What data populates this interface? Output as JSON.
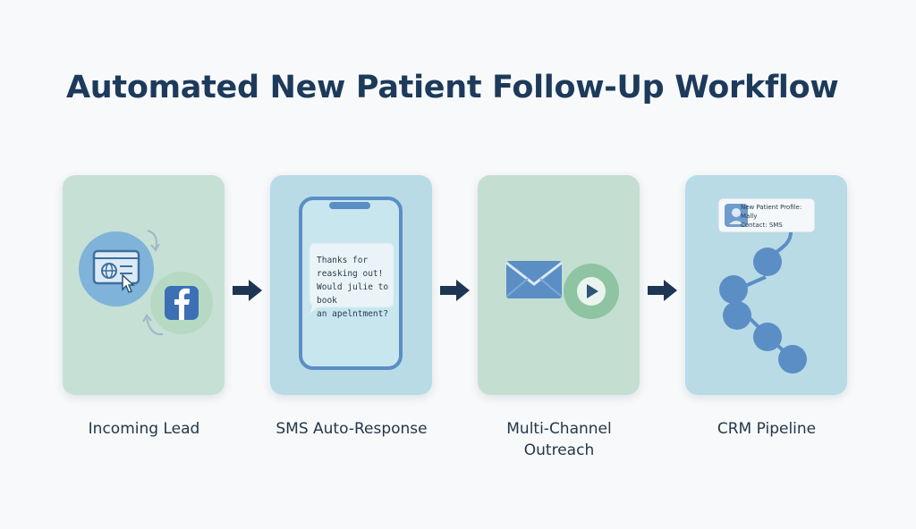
{
  "title": "Automated New Patient Follow-Up Workflow",
  "colors": {
    "title": "#1d3a5b",
    "card_green": "#c6e0d5",
    "card_blue": "#b8dbe6",
    "arrow": "#1e3553",
    "accent_blue": "#5b8ec4",
    "accent_green": "#8fc4a2"
  },
  "steps": [
    {
      "label": "Incoming Lead",
      "icons": [
        "browser-globe-icon",
        "cursor-icon",
        "facebook-icon",
        "cycle-arrows-icon"
      ]
    },
    {
      "label": "SMS Auto-Response",
      "icons": [
        "smartphone-icon",
        "chat-bubble-icon"
      ],
      "message": "Thanks for\nreasking out!\nWould julie to book\nan apelntment?"
    },
    {
      "label": "Multi-Channel\nOutreach",
      "icons": [
        "envelope-icon",
        "play-icon"
      ]
    },
    {
      "label": "CRM Pipeline",
      "icons": [
        "profile-card-icon",
        "pipeline-nodes-icon"
      ],
      "profile_text": "New Patient Profile:\nMally\nContact: SMS"
    }
  ]
}
